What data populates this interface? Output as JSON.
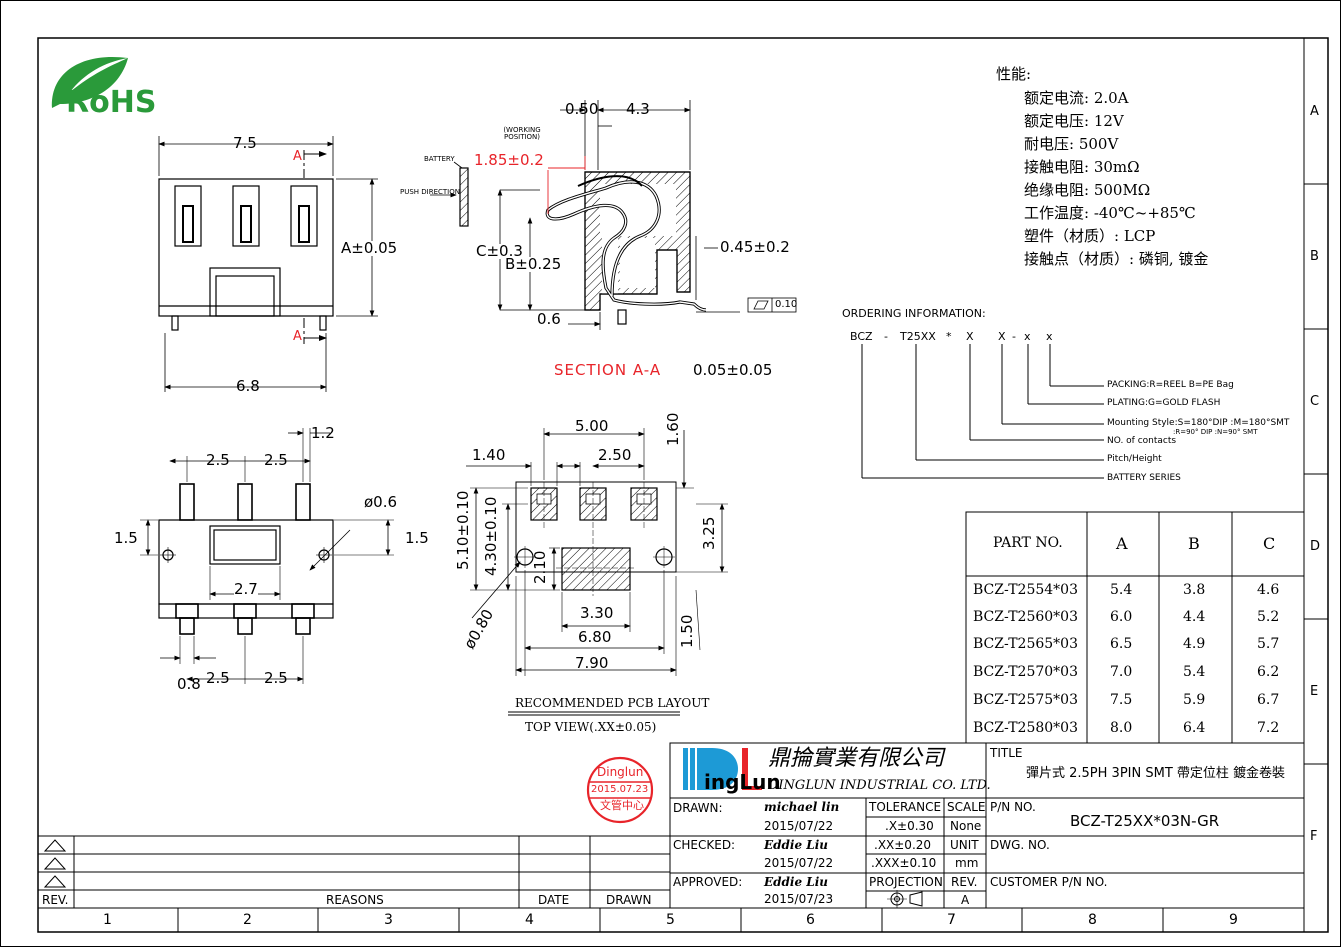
{
  "logo": {
    "text": "RoHS"
  },
  "zones": {
    "cols": [
      "1",
      "2",
      "3",
      "4",
      "5",
      "6",
      "7",
      "8",
      "9"
    ],
    "rows": [
      "A",
      "B",
      "C",
      "D",
      "E",
      "F"
    ]
  },
  "specs": {
    "heading": "性能:",
    "items": [
      "额定电流: 2.0A",
      "额定电压: 12V",
      "耐电压: 500V",
      "接触电阻: 30mΩ",
      "绝缘电阻: 500MΩ",
      "工作温度: -40℃~+85℃",
      "塑件（材质）: LCP",
      "接触点（材质）: 磷铜, 镀金"
    ]
  },
  "front_view": {
    "width_top": "7.5",
    "width_bottom": "6.8",
    "height": "A±0.05",
    "section_mark": "A"
  },
  "section_view": {
    "title": "SECTION A-A",
    "flatness_note": "0.05±0.05",
    "d_050": "0.50",
    "d_43": "4.3",
    "working_position": "(WORKING POSITION)",
    "battery": "BATTERY",
    "push_direction": "PUSH DIRECTION",
    "d_185": "1.85±0.2",
    "d_c": "C±0.3",
    "d_b": "B±0.25",
    "d_045": "0.45±0.2",
    "d_06": "0.6",
    "flatness": "0.10"
  },
  "bottom_view": {
    "d_12": "1.2",
    "d_25a": "2.5",
    "d_25b": "2.5",
    "d_phi": "ø0.6",
    "d_15l": "1.5",
    "d_15r": "1.5",
    "d_27": "2.7",
    "d_08": "0.8",
    "d_25c": "2.5",
    "d_25d": "2.5"
  },
  "pcb_layout": {
    "d_500": "5.00",
    "d_140": "1.40",
    "d_250": "2.50",
    "d_160": "1.60",
    "d_510": "5.10±0.10",
    "d_430": "4.30±0.10",
    "d_325": "3.25",
    "d_210": "2.10",
    "d_080": "ø0.80",
    "d_330": "3.30",
    "d_680": "6.80",
    "d_790": "7.90",
    "d_150": "1.50",
    "caption1": "RECOMMENDED PCB LAYOUT",
    "caption2": "TOP VIEW(.XX±0.05)"
  },
  "ordering": {
    "heading": "ORDERING INFORMATION:",
    "code": [
      "BCZ",
      "-",
      "T25XX",
      "*",
      "X",
      "X",
      "-",
      "x",
      "x"
    ],
    "labels": [
      "PACKING:R=REEL B=PE Bag",
      "PLATING:G=GOLD FLASH",
      "Mounting Style:S=180°DIP :M=180°SMT",
      ":R=90° DIP :N=90° SMT",
      "NO. of contacts",
      "Pitch/Height",
      "BATTERY  SERIES"
    ]
  },
  "parts_table": {
    "headers": [
      "PART NO.",
      "A",
      "B",
      "C"
    ],
    "rows": [
      [
        "BCZ-T2554*03",
        "5.4",
        "3.8",
        "4.6"
      ],
      [
        "BCZ-T2560*03",
        "6.0",
        "4.4",
        "5.2"
      ],
      [
        "BCZ-T2565*03",
        "6.5",
        "4.9",
        "5.7"
      ],
      [
        "BCZ-T2570*03",
        "7.0",
        "5.4",
        "6.2"
      ],
      [
        "BCZ-T2575*03",
        "7.5",
        "5.9",
        "6.7"
      ],
      [
        "BCZ-T2580*03",
        "8.0",
        "6.4",
        "7.2"
      ]
    ]
  },
  "stamp": {
    "name": "Dinglun",
    "date": "2015.07.23",
    "dept": "文管中心"
  },
  "title_block": {
    "company_logo": "ingLun",
    "company_cn": "鼎掄實業有限公司",
    "company_en": "DINGLUN INDUSTRIAL CO. LTD.",
    "title_label": "TITLE",
    "title_value": "彈片式 2.5PH 3PIN SMT 帶定位柱 鍍金卷裝",
    "drawn_label": "DRAWN:",
    "drawn_name": "michael lin",
    "drawn_date": "2015/07/22",
    "checked_label": "CHECKED:",
    "checked_name": "Eddie Liu",
    "checked_date": "2015/07/22",
    "approved_label": "APPROVED:",
    "approved_name": "Eddie Liu",
    "approved_date": "2015/07/23",
    "tolerance_label": "TOLERANCE",
    "tol1": ".X±0.30",
    "tol2": ".XX±0.20",
    "tol3": ".XXX±0.10",
    "scale_label": "SCALE",
    "scale_value": "None",
    "unit_label": "UNIT",
    "unit_value": "mm",
    "projection_label": "PROJECTION",
    "rev_label": "REV.",
    "rev_value": "A",
    "pn_label": "P/N NO.",
    "pn_value": "BCZ-T25XX*03N-GR",
    "dwg_label": "DWG. NO.",
    "customer_label": "CUSTOMER P/N NO."
  },
  "revision_block": {
    "rev": "REV.",
    "reasons": "REASONS",
    "date": "DATE",
    "drawn": "DRAWN"
  }
}
